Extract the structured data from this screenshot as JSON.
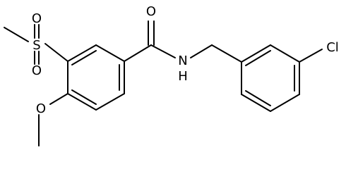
{
  "molecule": {
    "atoms": {
      "S": "S",
      "O_sulfonyl_upper": "O",
      "O_sulfonyl_lower": "O",
      "O_carbonyl": "O",
      "N_amide": "N",
      "H_amide": "H",
      "O_methoxy": "O",
      "Cl": "Cl"
    },
    "colors": {
      "bond": "#000000",
      "label": "#000000",
      "background": "#ffffff"
    }
  }
}
